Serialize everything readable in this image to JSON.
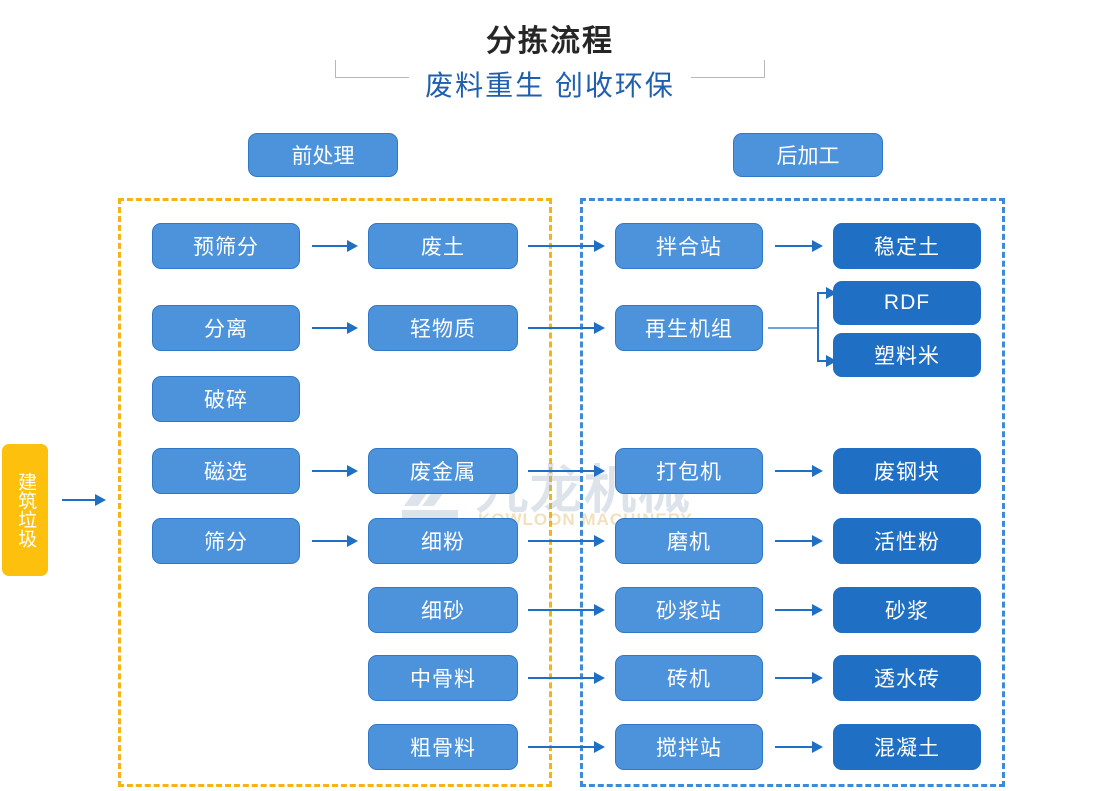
{
  "header": {
    "title": "分拣流程",
    "subtitle": "废料重生 创收环保"
  },
  "sections": {
    "pre_label": "前处理",
    "post_label": "后加工"
  },
  "source": {
    "label": "建筑垃圾"
  },
  "watermark": {
    "cn": "九龙机械",
    "en": "KOWLOON MACHINERY"
  },
  "colors": {
    "node_light": "#4d93db",
    "node_dark": "#1f6fc4",
    "source_yellow": "#fcc00d",
    "frame_pre": "#f5b316",
    "frame_post": "#3f8ad8",
    "arrow": "#1f6fc4",
    "title": "#262626",
    "subtitle": "#1f5fae"
  },
  "nodes": {
    "col1": [
      {
        "label": "预筛分"
      },
      {
        "label": "分离"
      },
      {
        "label": "破碎"
      },
      {
        "label": "磁选"
      },
      {
        "label": "筛分"
      }
    ],
    "col2": [
      {
        "label": "废土"
      },
      {
        "label": "轻物质"
      },
      {
        "label": "废金属"
      },
      {
        "label": "细粉"
      },
      {
        "label": "细砂"
      },
      {
        "label": "中骨料"
      },
      {
        "label": "粗骨料"
      }
    ],
    "col3": [
      {
        "label": "拌合站"
      },
      {
        "label": "再生机组"
      },
      {
        "label": "打包机"
      },
      {
        "label": "磨机"
      },
      {
        "label": "砂浆站"
      },
      {
        "label": "砖机"
      },
      {
        "label": "搅拌站"
      }
    ],
    "col4": [
      {
        "label": "稳定土"
      },
      {
        "label": "RDF"
      },
      {
        "label": "塑料米"
      },
      {
        "label": "废钢块"
      },
      {
        "label": "活性粉"
      },
      {
        "label": "砂浆"
      },
      {
        "label": "透水砖"
      },
      {
        "label": "混凝土"
      }
    ]
  }
}
